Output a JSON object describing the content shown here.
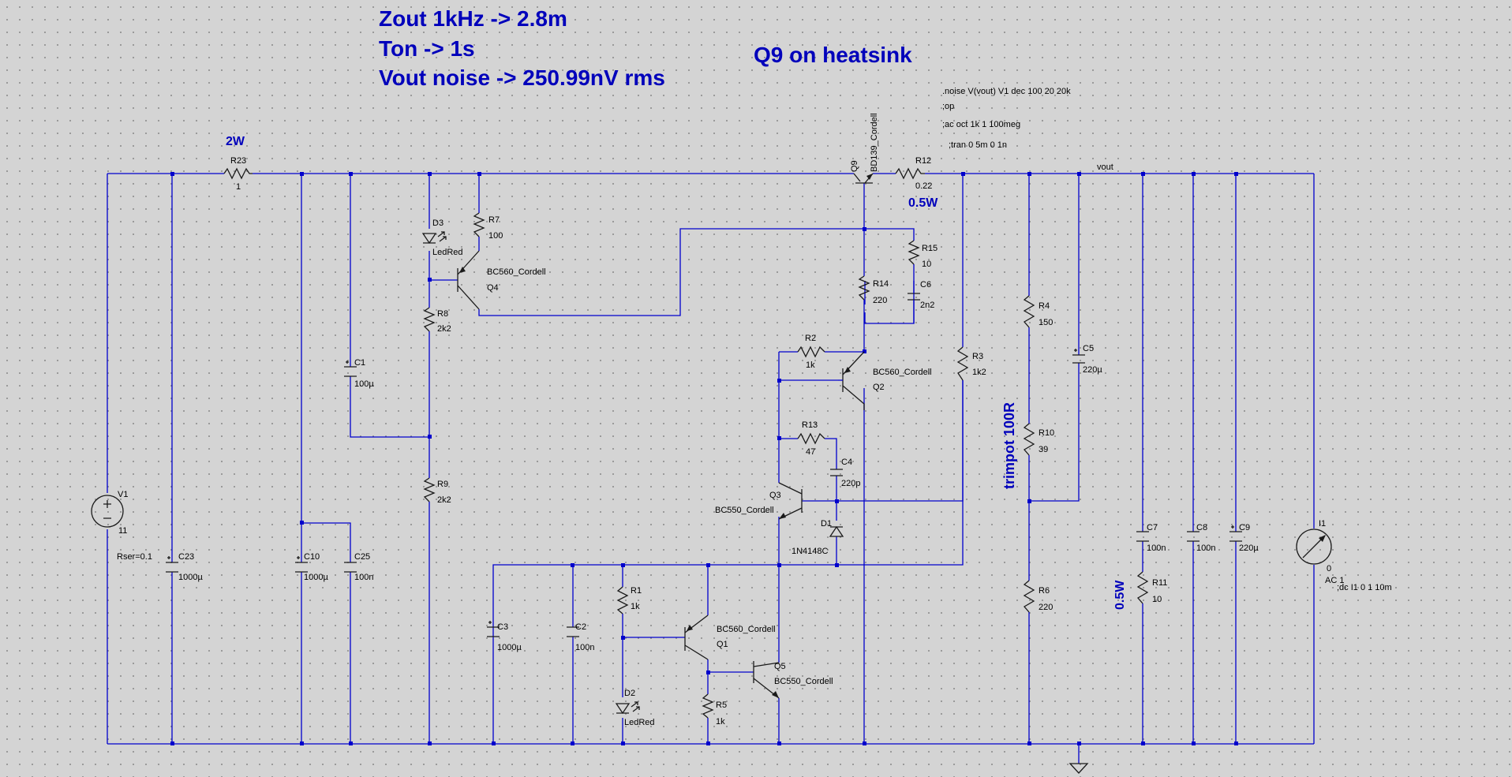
{
  "notes": {
    "zout": "Zout 1kHz -> 2.8m",
    "ton": "Ton -> 1s",
    "noise": "Vout noise -> 250.99nV rms",
    "heatsink": "Q9 on heatsink",
    "trimpot": "trimpot 100R"
  },
  "power_notes": {
    "r23": "2W",
    "r12": "0.5W",
    "r11": "0.5W"
  },
  "directives": [
    ".noise V(vout) V1 dec 100 20 20k",
    ";op",
    ";ac oct 1k 1 100meg",
    ";tran 0 5m 0 1n"
  ],
  "net_label": "vout",
  "components": {
    "R23": {
      "name": "R23",
      "value": "1"
    },
    "R7": {
      "name": "R7",
      "value": "100"
    },
    "R8": {
      "name": "R8",
      "value": "2k2"
    },
    "R9": {
      "name": "R9",
      "value": "2k2"
    },
    "R12": {
      "name": "R12",
      "value": "0.22"
    },
    "R15": {
      "name": "R15",
      "value": "10"
    },
    "R14": {
      "name": "R14",
      "value": "220"
    },
    "R2": {
      "name": "R2",
      "value": "1k"
    },
    "R13": {
      "name": "R13",
      "value": "47"
    },
    "R3": {
      "name": "R3",
      "value": "1k2"
    },
    "R4": {
      "name": "R4",
      "value": "150"
    },
    "R10": {
      "name": "R10",
      "value": "39"
    },
    "R6": {
      "name": "R6",
      "value": "220"
    },
    "R11": {
      "name": "R11",
      "value": "10"
    },
    "R1": {
      "name": "R1",
      "value": "1k"
    },
    "R5": {
      "name": "R5",
      "value": "1k"
    },
    "C1": {
      "name": "C1",
      "value": "100µ"
    },
    "C23": {
      "name": "C23",
      "value": "1000µ"
    },
    "C10": {
      "name": "C10",
      "value": "1000µ"
    },
    "C25": {
      "name": "C25",
      "value": "100n"
    },
    "C3": {
      "name": "C3",
      "value": "1000µ"
    },
    "C2": {
      "name": "C2",
      "value": "100n"
    },
    "C6": {
      "name": "C6",
      "value": "2n2"
    },
    "C4": {
      "name": "C4",
      "value": "220p"
    },
    "C5": {
      "name": "C5",
      "value": "220µ"
    },
    "C7": {
      "name": "C7",
      "value": "100n"
    },
    "C8": {
      "name": "C8",
      "value": "100n"
    },
    "C9": {
      "name": "C9",
      "value": "220µ"
    },
    "D3": {
      "name": "D3",
      "value": "LedRed"
    },
    "D2": {
      "name": "D2",
      "value": "LedRed"
    },
    "D1": {
      "name": "D1",
      "value": "1N4148C"
    },
    "Q9": {
      "name": "Q9",
      "value": "BD139_Cordell"
    },
    "Q4": {
      "name": "Q4",
      "value": "BC560_Cordell"
    },
    "Q2": {
      "name": "Q2",
      "value": "BC560_Cordell"
    },
    "Q3": {
      "name": "Q3",
      "value": "BC550_Cordell"
    },
    "Q1": {
      "name": "Q1",
      "value": "BC560_Cordell"
    },
    "Q5": {
      "name": "Q5",
      "value": "BC550_Cordell"
    },
    "V1": {
      "name": "V1",
      "value": "11",
      "extra": "Rser=0.1"
    },
    "I1": {
      "name": "I1",
      "value": "0",
      "extra": "AC 1",
      "extra2": ";dc I1 0 1 10m"
    }
  },
  "colors": {
    "wire": "#0000cc",
    "annotation": "#0000bb",
    "background": "#d4d4d4",
    "grid_dot": "#8c8c8c"
  }
}
